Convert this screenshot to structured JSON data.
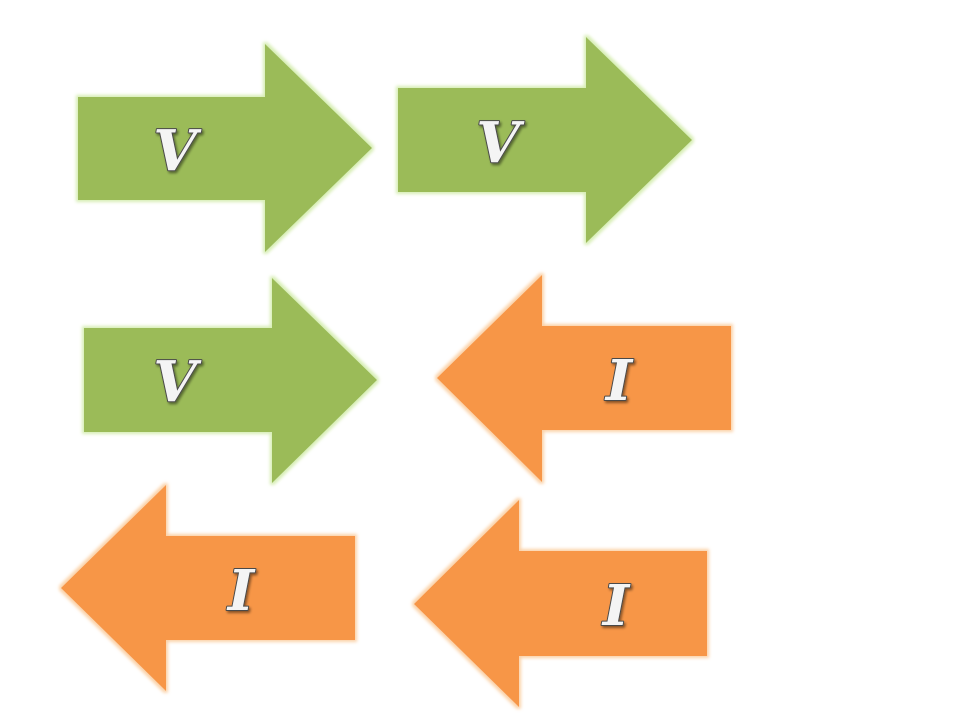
{
  "colors": {
    "voltage_fill": "#9bbb59",
    "voltage_glow": "#d7eeb4",
    "current_fill": "#f79646",
    "current_glow": "#fbd2a8",
    "label_fill": "#f4f4f4",
    "label_outline": "#4a4a4a"
  },
  "arrows": [
    {
      "label": "V",
      "direction": "right",
      "kind": "voltage"
    },
    {
      "label": "V",
      "direction": "right",
      "kind": "voltage"
    },
    {
      "label": "V",
      "direction": "right",
      "kind": "voltage"
    },
    {
      "label": "I",
      "direction": "left",
      "kind": "current"
    },
    {
      "label": "I",
      "direction": "left",
      "kind": "current"
    },
    {
      "label": "I",
      "direction": "left",
      "kind": "current"
    }
  ]
}
